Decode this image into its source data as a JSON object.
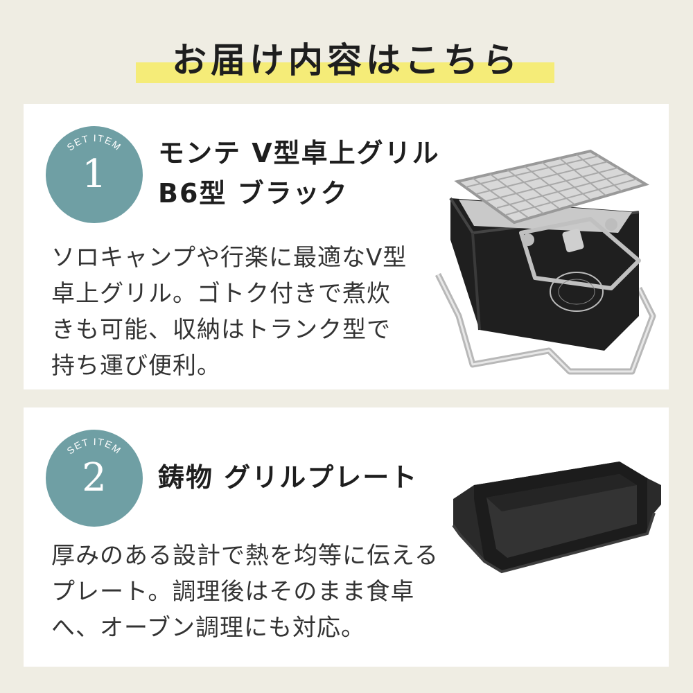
{
  "header": {
    "title": "お届け内容はこちら"
  },
  "items": [
    {
      "badge_label": "SET ITEM",
      "number": "1",
      "name_lines": [
        "モンテ V型卓上グリル",
        "B6型 ブラック"
      ],
      "description": [
        "ソロキャンプや行楽に最適なV型",
        "卓上グリル。ゴトク付きで煮炊",
        "きも可能、収納はトランク型で",
        "持ち運び便利。"
      ],
      "image_icon": "v-shaped-tabletop-grill"
    },
    {
      "badge_label": "SET ITEM",
      "number": "2",
      "name_lines": [
        "鋳物 グリルプレート"
      ],
      "description": [
        "厚みのある設計で熱を均等に伝える",
        "プレート。調理後はそのまま食卓",
        "へ、オーブン調理にも対応。"
      ],
      "image_icon": "cast-iron-grill-plate"
    }
  ],
  "colors": {
    "background": "#efede3",
    "badge": "#6f9fa4",
    "title_highlight": "#f5ec78",
    "card": "#ffffff"
  }
}
